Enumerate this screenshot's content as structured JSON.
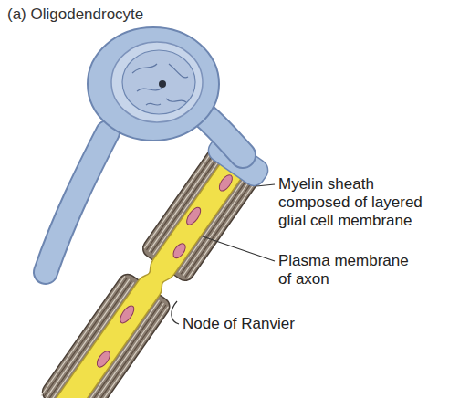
{
  "diagram": {
    "title": "(a) Oligodendrocyte",
    "labels": [
      "Myelin sheath composed of layered glial cell membrane",
      "Plasma membrane of axon",
      "Node of Ranvier"
    ]
  }
}
